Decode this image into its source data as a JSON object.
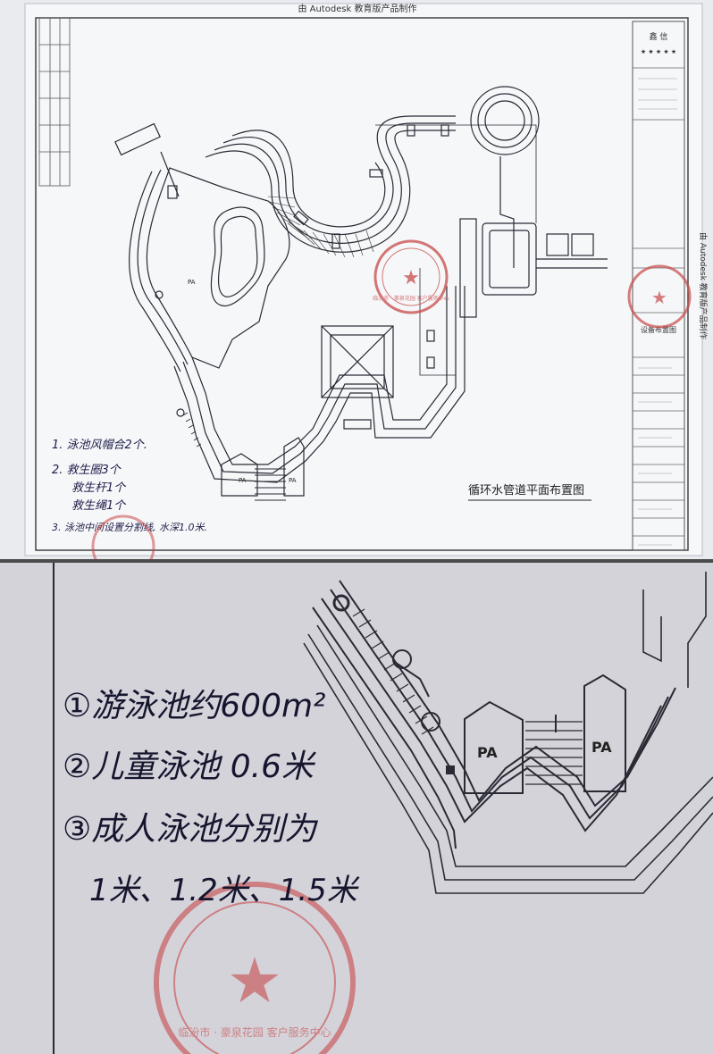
{
  "top_photo": {
    "header_stamp_text": "由 Autodesk 教育版产品制作",
    "side_stamp_text": "由 Autodesk 教育版产品制作",
    "drawing_title": "循环水管道平面布置图",
    "handwritten_notes": [
      "1. 泳池风帽合2个.",
      "2. 救生圈3个",
      "救生杆1个",
      "救生绳1个",
      "3. 泳池中间设置分割线, 水深1.0米."
    ],
    "plan_labels": {
      "pa_left": "PA",
      "pa_right": "PA",
      "pa_center": "PA"
    },
    "title_block": {
      "company_stars": "★ ★ ★ ★ ★",
      "sheet_name": "设备布置图"
    },
    "seal_text": "临汾市 · 豪泉花园 客户服务中心"
  },
  "bottom_photo": {
    "handwritten_notes": [
      "①游泳池约600m²",
      "②儿童泳池 0.6米",
      "③成人泳池分别为",
      "1米、1.2米、1.5米"
    ],
    "plan_labels": {
      "pa_left": "PA",
      "pa_right": "PA"
    },
    "seal_text": "临汾市 · 豪泉花园 客户服务中心"
  },
  "colors": {
    "ink": "#2a2a35",
    "seal_red": "#c84a4a",
    "paper_top": "#e9ebef",
    "paper_bottom": "#d2d2d8"
  }
}
